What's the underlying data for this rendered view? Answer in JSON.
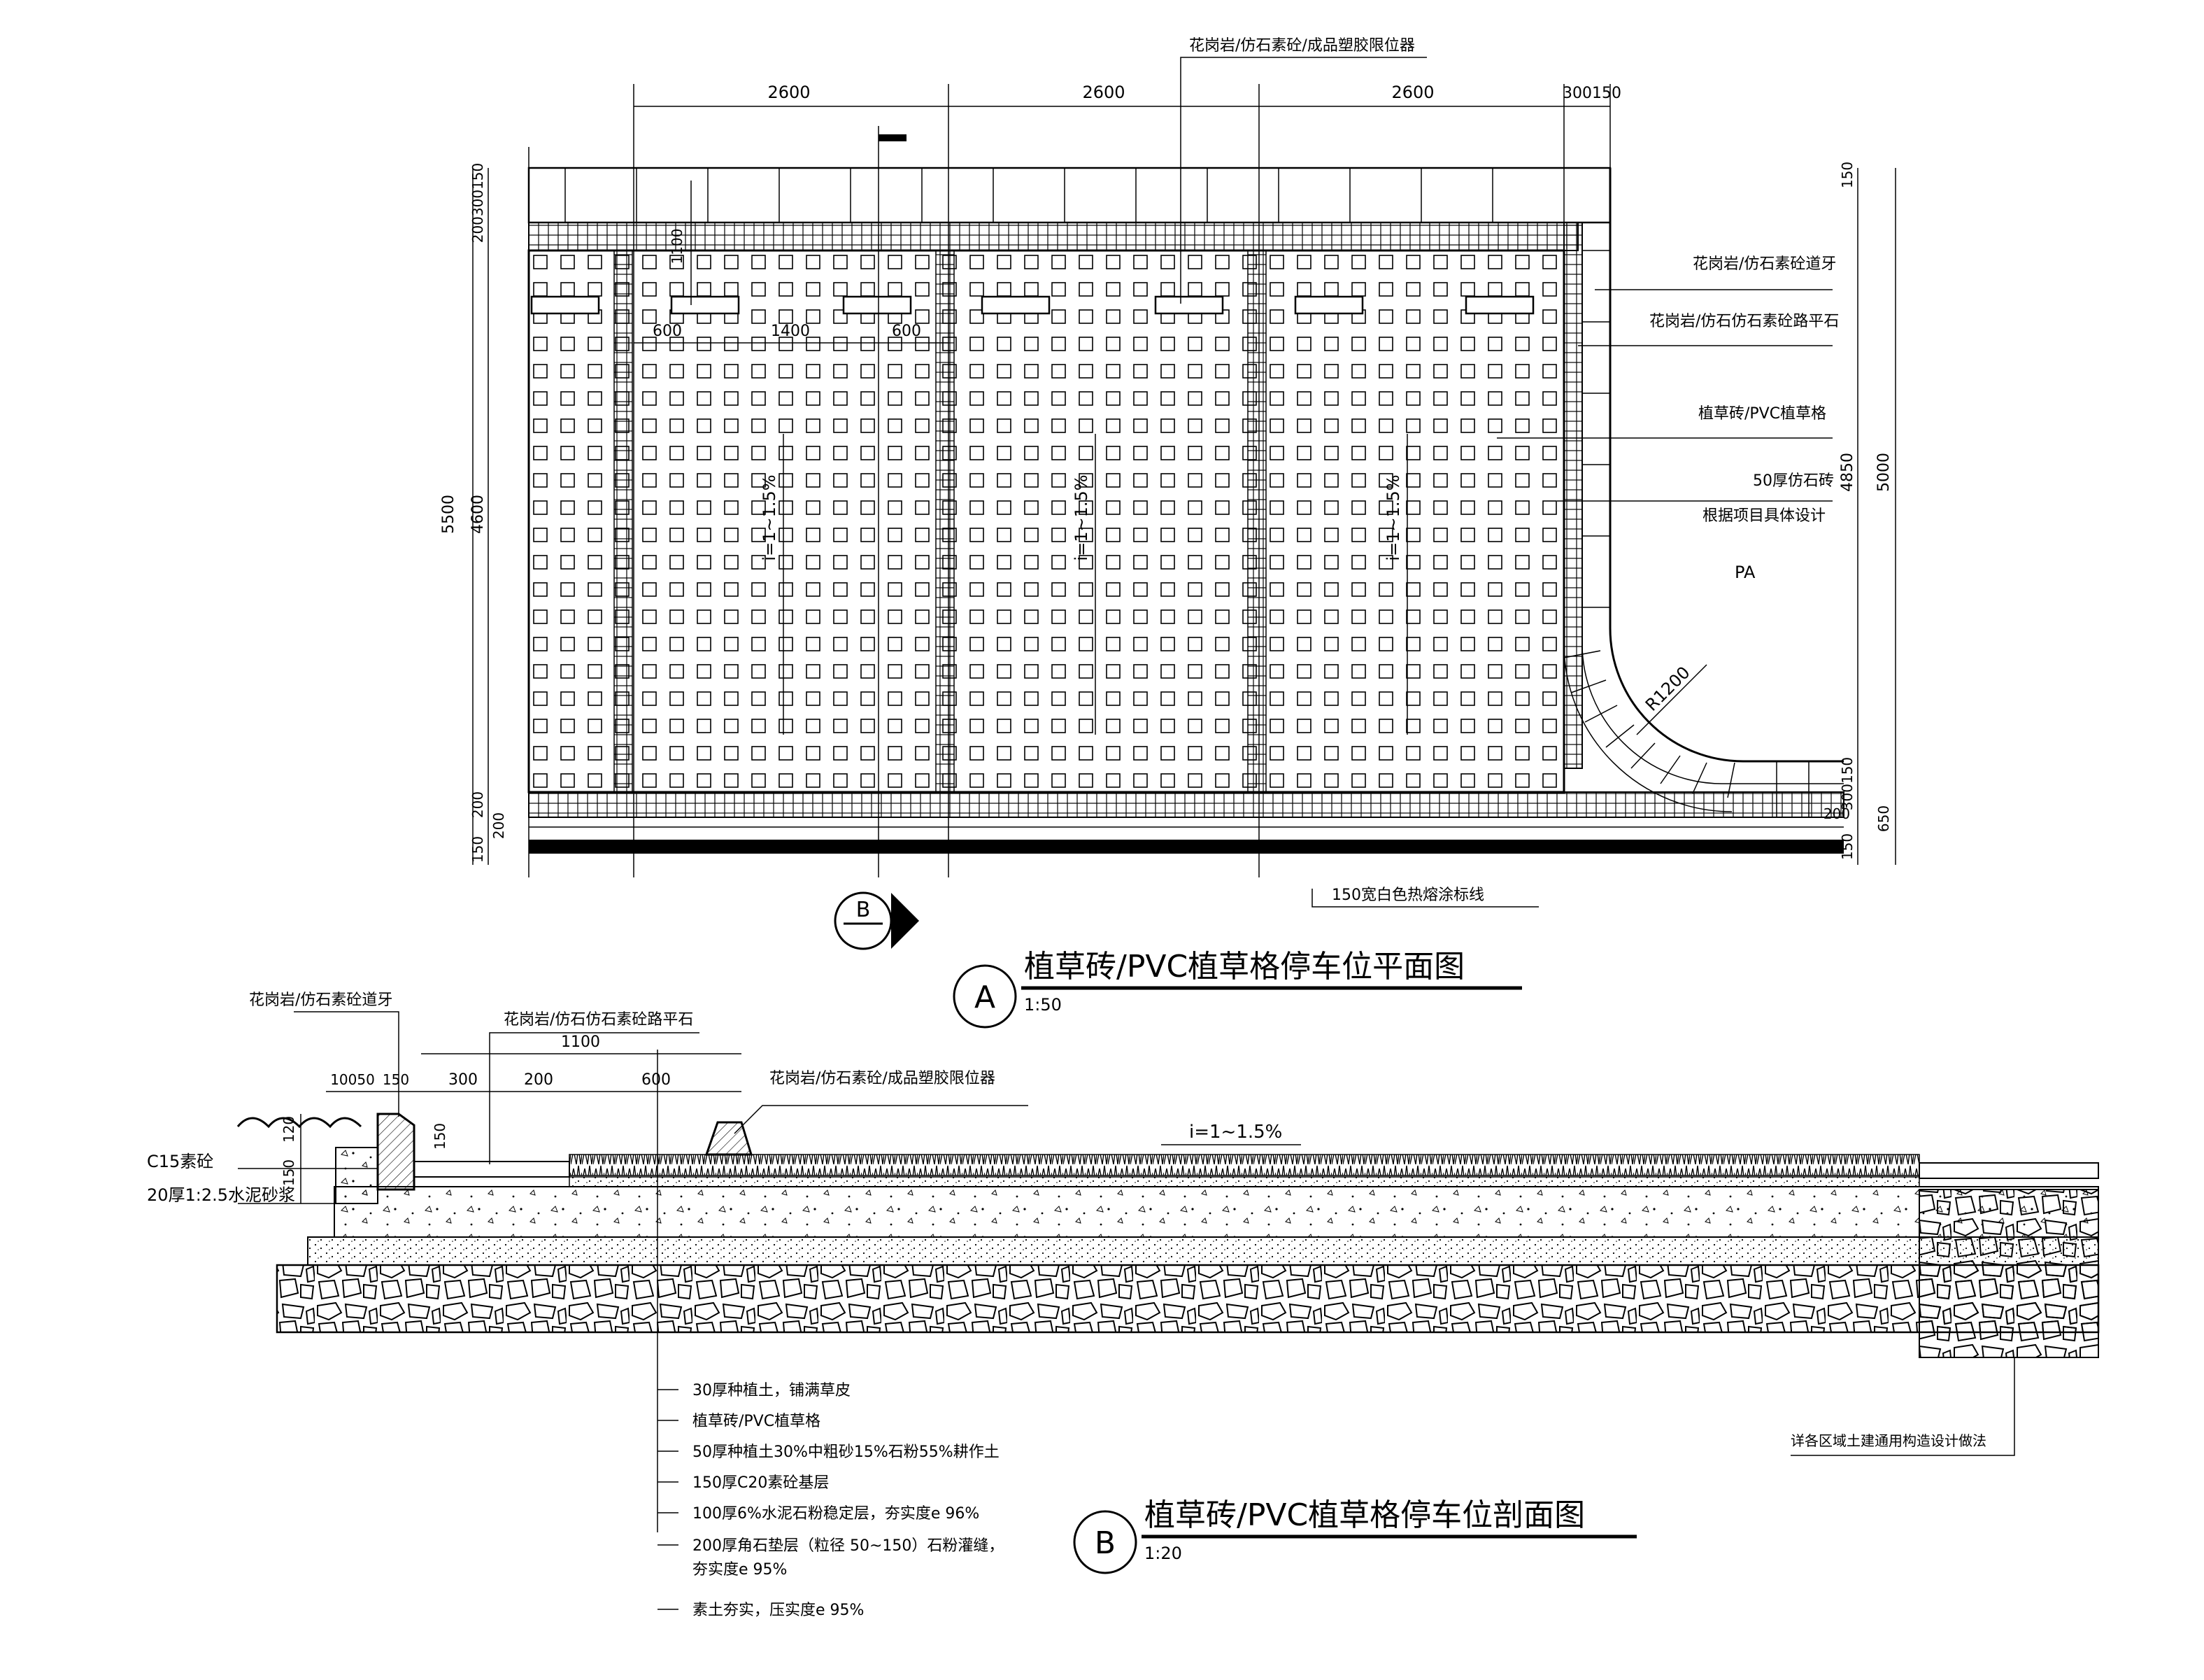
{
  "plan": {
    "dims_top": [
      "2600",
      "2600",
      "2600",
      "300150"
    ],
    "dims_left": [
      "200300150",
      "5500",
      "4600",
      "200",
      "200",
      "150"
    ],
    "dims_right": [
      "150",
      "4850",
      "5000",
      "300150",
      "650",
      "200",
      "150"
    ],
    "dims_inner": [
      "600",
      "1400",
      "600",
      "1100"
    ],
    "slope_labels": [
      "i=1~1.5%",
      "i=1~1.5%",
      "i=1~1.5%"
    ],
    "radius_label": "R1200",
    "pa_label": "PA",
    "callouts": {
      "stopper": "花岗岩/仿石素砼/成品塑胶限位器",
      "curb": "花岗岩/仿石素砼道牙",
      "paving": "花岗岩/仿石仿石素砼路平石",
      "grass": "植草砖/PVC植草格",
      "stone_brick": "50厚仿石砖",
      "note": "根据项目具体设计",
      "marking": "150宽白色热熔涂标线"
    },
    "section_mark": "B",
    "title_letter": "A",
    "title": "植草砖/PVC植草格停车位平面图",
    "scale": "1:50"
  },
  "section": {
    "callouts": {
      "curb": "花岗岩/仿石素砼道牙",
      "paving": "花岗岩/仿石仿石素砼路平石",
      "stopper": "花岗岩/仿石素砼/成品塑胶限位器",
      "c15": "C15素砼",
      "mortar": "20厚1:2.5水泥砂浆",
      "general": "详各区域土建通用构造设计做法"
    },
    "dims_top": [
      "1100",
      "10050",
      "150",
      "300",
      "200",
      "600"
    ],
    "dims_left": [
      "120",
      "150",
      "150"
    ],
    "slope": "i=1~1.5%",
    "layers": [
      "30厚种植土，铺满草皮",
      "植草砖/PVC植草格",
      "50厚种植土30%中粗砂15%石粉55%耕作土",
      "150厚C20素砼基层",
      "100厚6%水泥石粉稳定层，夯实度e 96%",
      "200厚角石垫层（粒径 50~150）石粉灌缝，",
      "夯实度e 95%",
      "素土夯实，压实度e 95%"
    ],
    "title_letter": "B",
    "title": "植草砖/PVC植草格停车位剖面图",
    "scale": "1:20"
  }
}
